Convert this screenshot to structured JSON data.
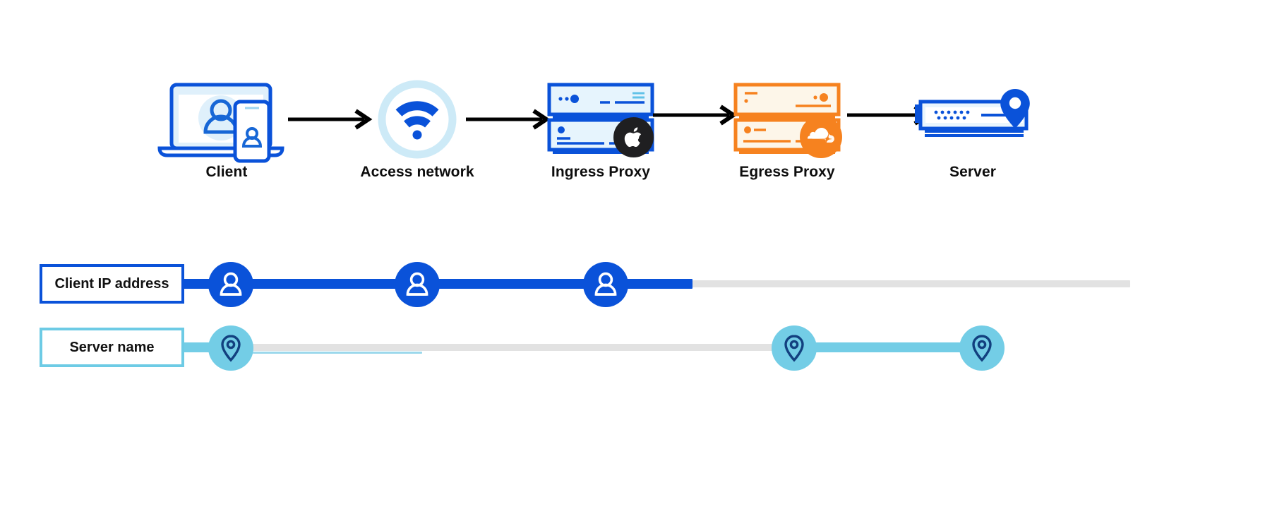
{
  "diagram": {
    "title": "",
    "colors": {
      "blue": "#0a52d9",
      "light_blue": "#73cde6",
      "pale_blue": "#cdeaf7",
      "orange": "#f6821f",
      "pale_orange": "#fdf3e4",
      "gray": "#e2e2e2",
      "black": "#1f1f21",
      "navy": "#12407f"
    },
    "flow": {
      "nodes": [
        {
          "id": "client",
          "label": "Client",
          "icon": "laptop-phone-user-icon",
          "badge": "none"
        },
        {
          "id": "access-network",
          "label": "Access network",
          "icon": "wifi-circle-icon",
          "badge": "none"
        },
        {
          "id": "ingress-proxy",
          "label": "Ingress Proxy",
          "icon": "server-stack-blue-icon",
          "badge": "apple-logo-icon"
        },
        {
          "id": "egress-proxy",
          "label": "Egress Proxy",
          "icon": "server-stack-orange-icon",
          "badge": "cloudflare-logo-icon"
        },
        {
          "id": "server",
          "label": "Server",
          "icon": "server-pin-icon",
          "badge": "none"
        }
      ],
      "arrows": [
        {
          "from": "client",
          "to": "access-network",
          "icon": "arrow-right-icon"
        },
        {
          "from": "access-network",
          "to": "ingress-proxy",
          "icon": "arrow-right-icon"
        },
        {
          "from": "ingress-proxy",
          "to": "egress-proxy",
          "icon": "arrow-right-icon"
        },
        {
          "from": "egress-proxy",
          "to": "server",
          "icon": "arrow-right-icon"
        }
      ]
    },
    "timelines": [
      {
        "id": "client-ip-address",
        "label": "Client IP address",
        "marker_icon": "person-circle-icon",
        "active_color": "#0a52d9",
        "inactive_color": "#e2e2e2",
        "visible_at": [
          "client",
          "access-network",
          "ingress-proxy"
        ],
        "hidden_at": [
          "egress-proxy",
          "server"
        ]
      },
      {
        "id": "server-name",
        "label": "Server name",
        "marker_icon": "location-pin-circle-icon",
        "active_color": "#73cde6",
        "inactive_color": "#e2e2e2",
        "visible_at": [
          "client",
          "egress-proxy",
          "server"
        ],
        "hidden_at": [
          "access-network",
          "ingress-proxy"
        ]
      }
    ]
  }
}
